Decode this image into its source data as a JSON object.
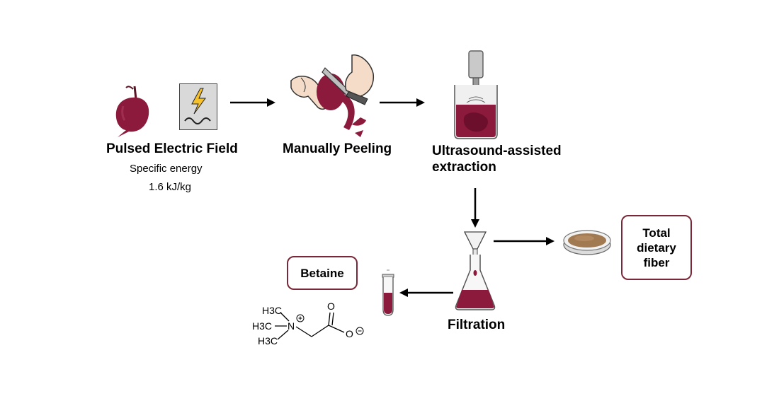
{
  "steps": {
    "pef": {
      "title": "Pulsed Electric Field",
      "note_label": "Specific energy",
      "note_value": "1.6 kJ/kg"
    },
    "peel": {
      "title": "Manually Peeling"
    },
    "ultrasound": {
      "title_line1": "Ultrasound-assisted",
      "title_line2": "extraction"
    },
    "filtration": {
      "title": "Filtration"
    }
  },
  "products": {
    "fiber": {
      "line1": "Total",
      "line2": "dietary",
      "line3": "fiber"
    },
    "betaine": {
      "label": "Betaine"
    }
  },
  "molecule": {
    "ch3_a": "H3C",
    "ch3_b": "H3C",
    "ch3_c": "H3C",
    "nitrogen": "N",
    "oxygen_double": "O",
    "oxygen_single": "O"
  },
  "colors": {
    "beet": "#8b1a3c",
    "box_border": "#7a2838",
    "arrow": "#000000",
    "fiber": "#a27a52"
  },
  "icons": [
    "beetroot-icon",
    "electric-field-icon",
    "peeling-hands-icon",
    "ultrasound-beaker-icon",
    "filtration-flask-icon",
    "petri-dish-icon",
    "test-tube-icon"
  ]
}
